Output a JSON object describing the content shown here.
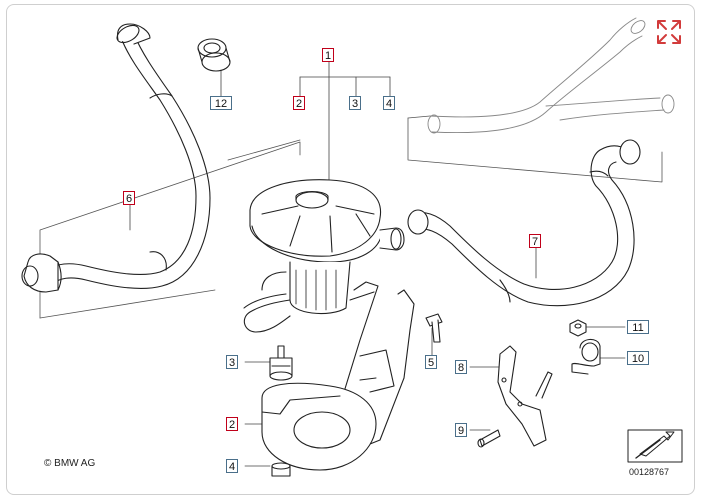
{
  "diagram": {
    "copyright": "© BMW AG",
    "part_ref": "00128767",
    "callouts": [
      "1",
      "2",
      "3",
      "4",
      "6",
      "12",
      "7",
      "5",
      "3",
      "2",
      "4",
      "8",
      "9",
      "11",
      "10"
    ],
    "accent_red": "#c0001a",
    "accent_blue": "#4a6f8a"
  },
  "icons": {
    "expand": "expand-arrows-icon",
    "arrow": "direction-arrow-icon"
  }
}
